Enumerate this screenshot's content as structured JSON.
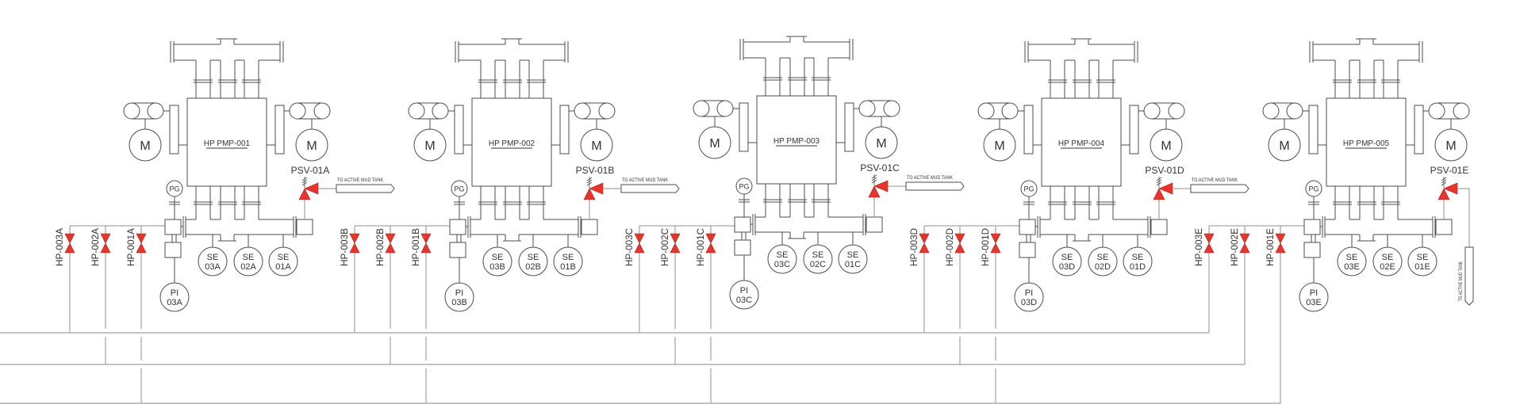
{
  "colors": {
    "background": "#ffffff",
    "equipment_line": "#4d4d4d",
    "process_line": "#8f8f8f",
    "header_primary": "#c4c4c4",
    "header_secondary": "#868686",
    "valve_fill": "#e8352b",
    "valve_stroke": "#a8231c",
    "text": "#333333"
  },
  "symbols": {
    "motor_label": "M",
    "pressure_gauge_label": "PG",
    "discharge_destination": "TO ACTIVE MUD TANK"
  },
  "pump_groups": [
    {
      "pump_tag": "HP PMP-001",
      "psv_tag": "PSV-01A",
      "valve_tags": [
        "HP-003A",
        "HP-002A",
        "HP-001A"
      ],
      "speed_elements": [
        {
          "type": "SE",
          "tag": "03A"
        },
        {
          "type": "SE",
          "tag": "02A"
        },
        {
          "type": "SE",
          "tag": "01A"
        }
      ],
      "pressure_indicator": {
        "type": "PI",
        "tag": "03A"
      },
      "discharge_direction": "right"
    },
    {
      "pump_tag": "HP PMP-002",
      "psv_tag": "PSV-01B",
      "valve_tags": [
        "HP-003B",
        "HP-002B",
        "HP-001B"
      ],
      "speed_elements": [
        {
          "type": "SE",
          "tag": "03B"
        },
        {
          "type": "SE",
          "tag": "02B"
        },
        {
          "type": "SE",
          "tag": "01B"
        }
      ],
      "pressure_indicator": {
        "type": "PI",
        "tag": "03B"
      },
      "discharge_direction": "right"
    },
    {
      "pump_tag": "HP PMP-003",
      "psv_tag": "PSV-01C",
      "valve_tags": [
        "HP-003C",
        "HP-002C",
        "HP-001C"
      ],
      "speed_elements": [
        {
          "type": "SE",
          "tag": "03C"
        },
        {
          "type": "SE",
          "tag": "02C"
        },
        {
          "type": "SE",
          "tag": "01C"
        }
      ],
      "pressure_indicator": {
        "type": "PI",
        "tag": "03C"
      },
      "discharge_direction": "right"
    },
    {
      "pump_tag": "HP PMP-004",
      "psv_tag": "PSV-01D",
      "valve_tags": [
        "HP-003D",
        "HP-002D",
        "HP-001D"
      ],
      "speed_elements": [
        {
          "type": "SE",
          "tag": "03D"
        },
        {
          "type": "SE",
          "tag": "02D"
        },
        {
          "type": "SE",
          "tag": "01D"
        }
      ],
      "pressure_indicator": {
        "type": "PI",
        "tag": "03D"
      },
      "discharge_direction": "right"
    },
    {
      "pump_tag": "HP PMP-005",
      "psv_tag": "PSV-01E",
      "valve_tags": [
        "HP-003E",
        "HP-002E",
        "HP-001E"
      ],
      "speed_elements": [
        {
          "type": "SE",
          "tag": "03E"
        },
        {
          "type": "SE",
          "tag": "02E"
        },
        {
          "type": "SE",
          "tag": "01E"
        }
      ],
      "pressure_indicator": {
        "type": "PI",
        "tag": "03E"
      },
      "discharge_direction": "down"
    }
  ],
  "headers": [
    {
      "collects_valves": [
        "HP-003A",
        "HP-003B",
        "HP-003C",
        "HP-003D",
        "HP-003E"
      ]
    },
    {
      "collects_valves": [
        "HP-002A",
        "HP-002B",
        "HP-002C",
        "HP-002D",
        "HP-002E"
      ]
    },
    {
      "collects_valves": [
        "HP-001A",
        "HP-001B",
        "HP-001C",
        "HP-001D",
        "HP-001E"
      ]
    }
  ]
}
